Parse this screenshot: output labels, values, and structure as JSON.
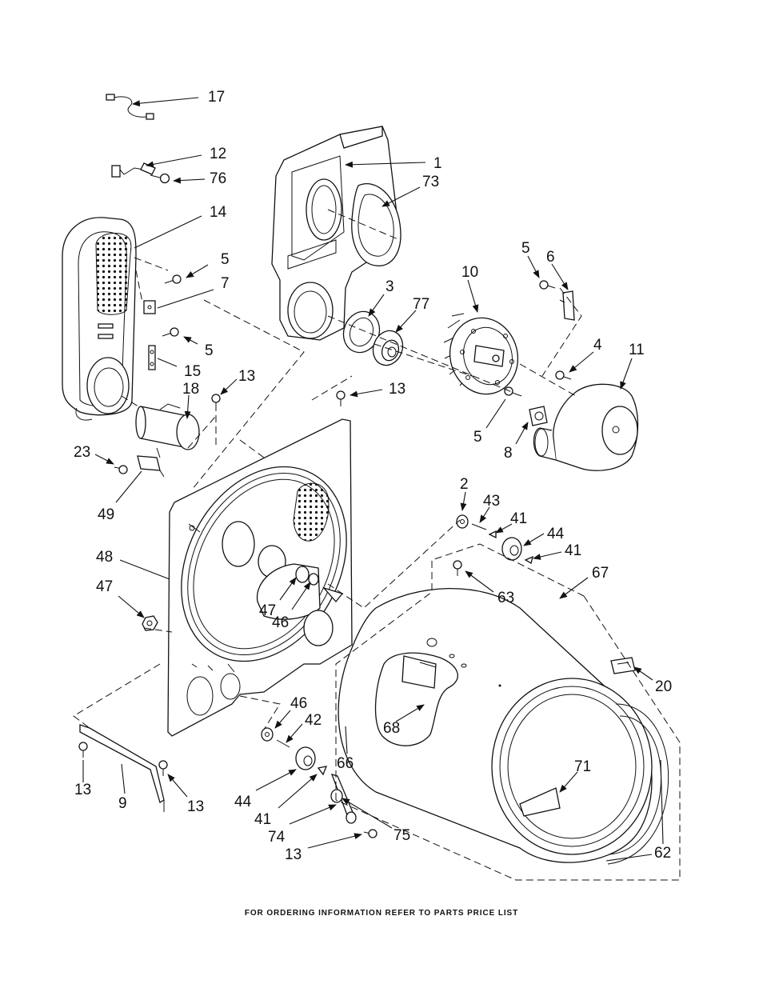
{
  "footer": "FOR ORDERING INFORMATION REFER TO PARTS PRICE LIST",
  "callouts": {
    "c17": "17",
    "c12": "12",
    "c76": "76",
    "c14": "14",
    "c5a": "5",
    "c7": "7",
    "c5b": "5",
    "c15": "15",
    "c13a": "13",
    "c18": "18",
    "c23": "23",
    "c49": "49",
    "c1": "1",
    "c73": "73",
    "c3": "3",
    "c77": "77",
    "c10": "10",
    "c5c": "5",
    "c6": "6",
    "c4": "4",
    "c11": "11",
    "c13b": "13",
    "c5d": "5",
    "c8": "8",
    "c48": "48",
    "c47a": "47",
    "c47b": "47",
    "c46a": "46",
    "c2": "2",
    "c43": "43",
    "c41a": "41",
    "c44a": "44",
    "c41b": "41",
    "c67": "67",
    "c63": "63",
    "c20": "20",
    "c68": "68",
    "c66": "66",
    "c71": "71",
    "c62": "62",
    "c46b": "46",
    "c42": "42",
    "c44b": "44",
    "c41c": "41",
    "c74": "74",
    "c75": "75",
    "c13c": "13",
    "c13d": "13",
    "c9": "9",
    "c13e": "13"
  },
  "colors": {
    "ink": "#111111",
    "paper": "#ffffff"
  }
}
